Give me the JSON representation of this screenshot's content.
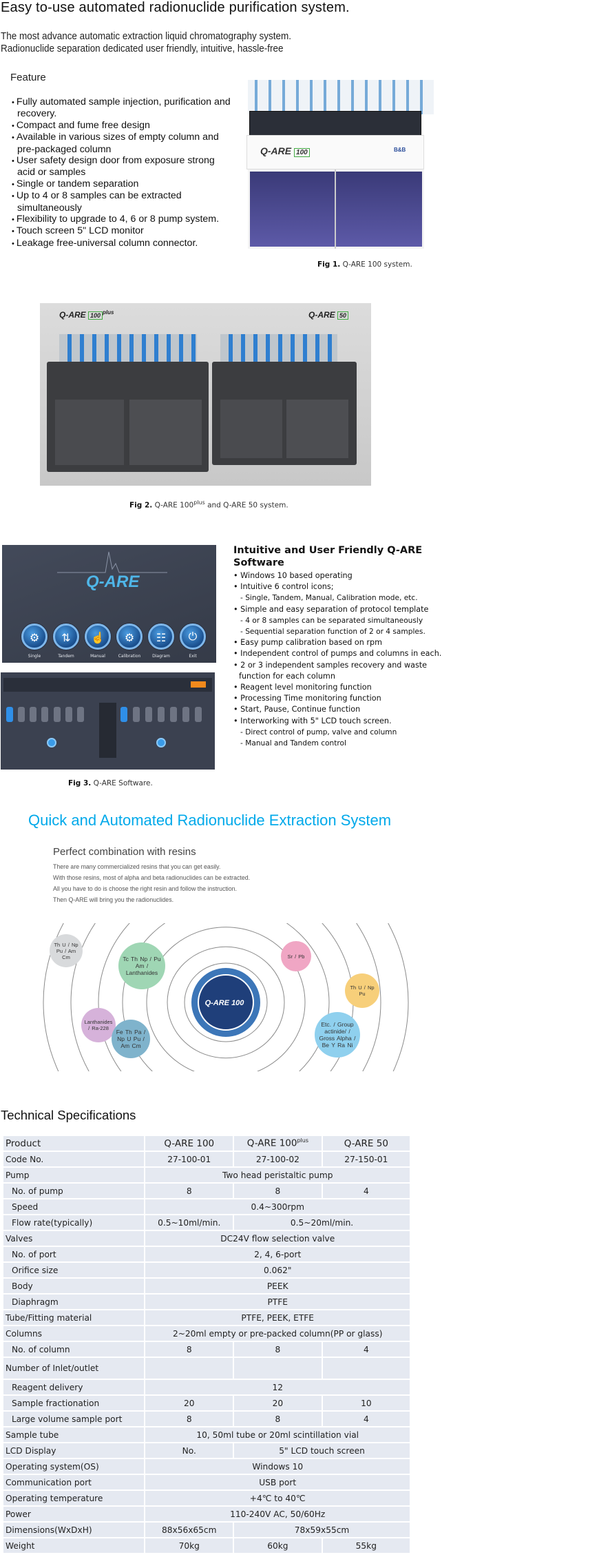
{
  "title": "Easy to-use automated radionuclide purification system.",
  "subtitle_lines": [
    "The most advance automatic extraction liquid chromatography system.",
    "Radionuclide separation dedicated user friendly, intuitive, hassle-free"
  ],
  "feature": {
    "heading": "Feature",
    "items": [
      "Fully automated sample injection, purification and recovery.",
      "Compact and fume free design",
      "Available  in various sizes of empty column and pre-packaged column",
      "User safety design door from  exposure strong acid or samples",
      "Single or tandem separation",
      "Up to 4 or 8 samples can be  extracted simultaneously",
      "Flexibility  to upgrade to 4, 6 or  8 pump system.",
      "Touch screen 5\" LCD monitor",
      "Leakage free-universal column connector."
    ]
  },
  "fig1": {
    "label": "Fig 1.",
    "text": " Q-ARE 100 system.",
    "logo": "Q-ARE",
    "logo_num": "100",
    "brand": "B&B"
  },
  "fig2": {
    "label": "Fig 2.",
    "text_a": " Q-ARE 100",
    "sup": "plus",
    "text_b": " and Q-ARE 50 system.",
    "logo_left": "Q-ARE",
    "logo_left_num": "100",
    "logo_left_sup": "plus",
    "logo_right": "Q-ARE",
    "logo_right_num": "50"
  },
  "software": {
    "heading": "Intuitive and User Friendly Q-ARE Software",
    "items": [
      {
        "t": "b",
        "text": "Windows 10 based operating"
      },
      {
        "t": "b",
        "text": "Intuitive  6 control icons;"
      },
      {
        "t": "s",
        "text": " - Single, Tandem, Manual, Calibration mode, etc."
      },
      {
        "t": "b",
        "text": "Simple and easy separation of protocol template"
      },
      {
        "t": "s",
        "text": " - 4 or 8 samples can be separated simultaneously"
      },
      {
        "t": "s",
        "text": "  - Sequential separation function of 2 or 4 samples."
      },
      {
        "t": "b",
        "text": "Easy pump calibration based on rpm"
      },
      {
        "t": "b",
        "text": "Independent control of pumps and columns in each."
      },
      {
        "t": "b",
        "text": "2 or 3 independent samples recovery and waste function for each column"
      },
      {
        "t": "b",
        "text": "Reagent level monitoring function"
      },
      {
        "t": "b",
        "text": "Processing Time monitoring function"
      },
      {
        "t": "b",
        "text": "Start, Pause, Continue function"
      },
      {
        "t": "b",
        "text": "Interworking with 5\" LCD touch screen."
      },
      {
        "t": "s",
        "text": "- Direct control of pump, valve and column"
      },
      {
        "t": "s",
        "text": "- Manual and Tandem control"
      }
    ],
    "screen_logo": "Q-ARE",
    "screen_icons": [
      "Single",
      "Tandem",
      "Manual",
      "Calibration",
      "Diagram",
      "Exit"
    ],
    "fig3_label": "Fig 3.",
    "fig3_text": " Q-ARE Software."
  },
  "quick_heading": "Quick and Automated Radionuclide Extraction System",
  "resins": {
    "heading": "Perfect combination with resins",
    "lines": [
      "There are many commercialized resins that you can get easily.",
      "With those resins, most of alpha and beta radionuclides can be extracted.",
      "All you have to do is choose the right resin and follow the instruction.",
      "Then Q-ARE will bring you the radionuclides."
    ],
    "center_logo": "Q-ARE",
    "center_num": "100",
    "bubbles": [
      {
        "text": "Th  U / Np Pu / Am Cm",
        "color": "#d8dadc"
      },
      {
        "text": "Tc Th Np / Pu Am / Lanthanides",
        "color": "#9fd6b4"
      },
      {
        "text": "Lanthanides / Ra-228",
        "color": "#d6b2da"
      },
      {
        "text": "Fe Th Pa / Np U Pu / Am Cm",
        "color": "#7fb3cc"
      },
      {
        "text": "Sr / Pb",
        "color": "#f0a6c4"
      },
      {
        "text": "Th U / Np Pu",
        "color": "#f7cf7a"
      },
      {
        "text": "Etc. / Group actinide/ / Gross Alpha / Be Y Ra Ni",
        "color": "#8fd0ee"
      }
    ]
  },
  "specs": {
    "heading": "Technical Specifications",
    "rows": [
      {
        "label": "Product",
        "cells": [
          "Q-ARE 100",
          "Q-ARE 100|plus",
          "Q-ARE 50"
        ]
      },
      {
        "label": "Code No.",
        "cells": [
          "27-100-01",
          "27-100-02",
          "27-150-01"
        ]
      },
      {
        "label": "Pump",
        "cells": [
          "Two head peristaltic  pump"
        ]
      },
      {
        "label": "No. of pump",
        "indent": true,
        "cells": [
          "8",
          "8",
          "4"
        ]
      },
      {
        "label": "Speed",
        "indent": true,
        "cells": [
          "0.4~300rpm"
        ]
      },
      {
        "label": "Flow  rate(typically)",
        "indent": true,
        "cells": [
          "0.5~10ml/min.",
          "0.5~20ml/min."
        ]
      },
      {
        "label": "Valves",
        "cells": [
          "DC24V  flow selection  valve"
        ]
      },
      {
        "label": "No. of port",
        "indent": true,
        "cells": [
          "2, 4, 6-port"
        ]
      },
      {
        "label": "Orifice  size",
        "indent": true,
        "cells": [
          "0.062\""
        ]
      },
      {
        "label": "Body",
        "indent": true,
        "cells": [
          "PEEK"
        ]
      },
      {
        "label": "Diaphragm",
        "indent": true,
        "cells": [
          "PTFE"
        ]
      },
      {
        "label": "Tube/Fitting  material",
        "cells": [
          "PTFE,  PEEK,  ETFE"
        ]
      },
      {
        "label": "Columns",
        "cells": [
          "2~20ml  empty  or pre-packed column(PP  or glass)"
        ]
      },
      {
        "label": "No. of column",
        "indent": true,
        "cells": [
          "8",
          "8",
          "4"
        ]
      },
      {
        "label": "Number of Inlet/outlet",
        "tall": true,
        "cells": [
          "",
          "",
          ""
        ]
      },
      {
        "label": "Reagent  delivery",
        "indent": true,
        "cells": [
          "12"
        ]
      },
      {
        "label": "Sample  fractionation",
        "indent": true,
        "cells": [
          "20",
          "20",
          "10"
        ]
      },
      {
        "label": "Large volume  sample  port",
        "indent": true,
        "cells": [
          "8",
          "8",
          "4"
        ]
      },
      {
        "label": "Sample  tube",
        "cells": [
          "10, 50ml  tube or 20ml  scintillation  vial"
        ]
      },
      {
        "label": "LCD  Display",
        "cells": [
          "No.",
          "5\"  LCD  touch  screen"
        ]
      },
      {
        "label": "Operating  system(OS)",
        "cells": [
          "Windows 10"
        ]
      },
      {
        "label": "Communication  port",
        "cells": [
          "USB  port"
        ]
      },
      {
        "label": "Operating  temperature",
        "cells": [
          "+4℃  to  40℃"
        ]
      },
      {
        "label": "Power",
        "cells": [
          "110-240V  AC, 50/60Hz"
        ]
      },
      {
        "label": "Dimensions(WxDxH)",
        "cells": [
          "88x56x65cm",
          "78x59x55cm"
        ]
      },
      {
        "label": "Weight",
        "cells": [
          "70kg",
          "60kg",
          "55kg"
        ]
      }
    ]
  }
}
